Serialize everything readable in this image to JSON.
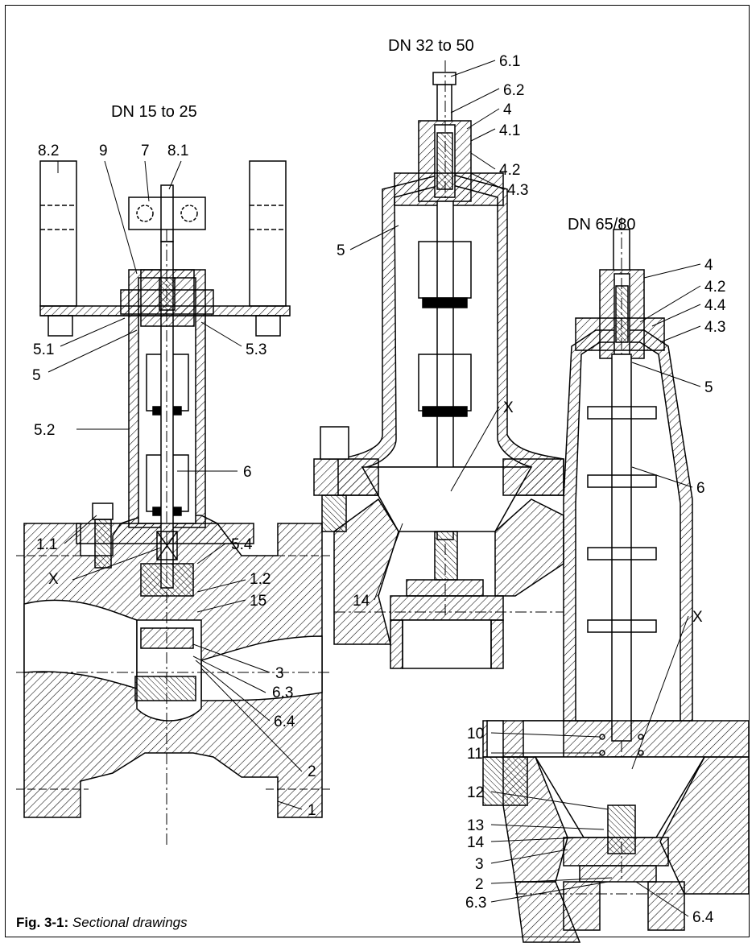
{
  "titles": {
    "dn15": "DN 15 to 25",
    "dn32": "DN 32 to 50",
    "dn65": "DN 65/80"
  },
  "labels_left": {
    "l82": "8.2",
    "l9": "9",
    "l7": "7",
    "l81": "8.1",
    "l51": "5.1",
    "l5": "5",
    "l52": "5.2",
    "l53": "5.3",
    "l6": "6",
    "l11": "1.1",
    "l54": "5.4",
    "lx": "X",
    "l12": "1.2",
    "l15": "15",
    "l3": "3",
    "l63": "6.3",
    "l64": "6.4",
    "l2": "2",
    "l1": "1"
  },
  "labels_mid": {
    "l61": "6.1",
    "l62": "6.2",
    "l4": "4",
    "l41": "4.1",
    "l42": "4.2",
    "l43": "4.3",
    "l5": "5",
    "lx": "X",
    "l14": "14"
  },
  "labels_right": {
    "l4": "4",
    "l42": "4.2",
    "l44": "4.4",
    "l43": "4.3",
    "l5": "5",
    "l6": "6",
    "lx": "X",
    "l10": "10",
    "l11": "11",
    "l12": "12",
    "l13": "13",
    "l14": "14",
    "l3": "3",
    "l2": "2",
    "l63": "6.3",
    "l64": "6.4"
  },
  "caption": {
    "fig": "Fig. 3-1:",
    "text": "Sectional drawings"
  }
}
